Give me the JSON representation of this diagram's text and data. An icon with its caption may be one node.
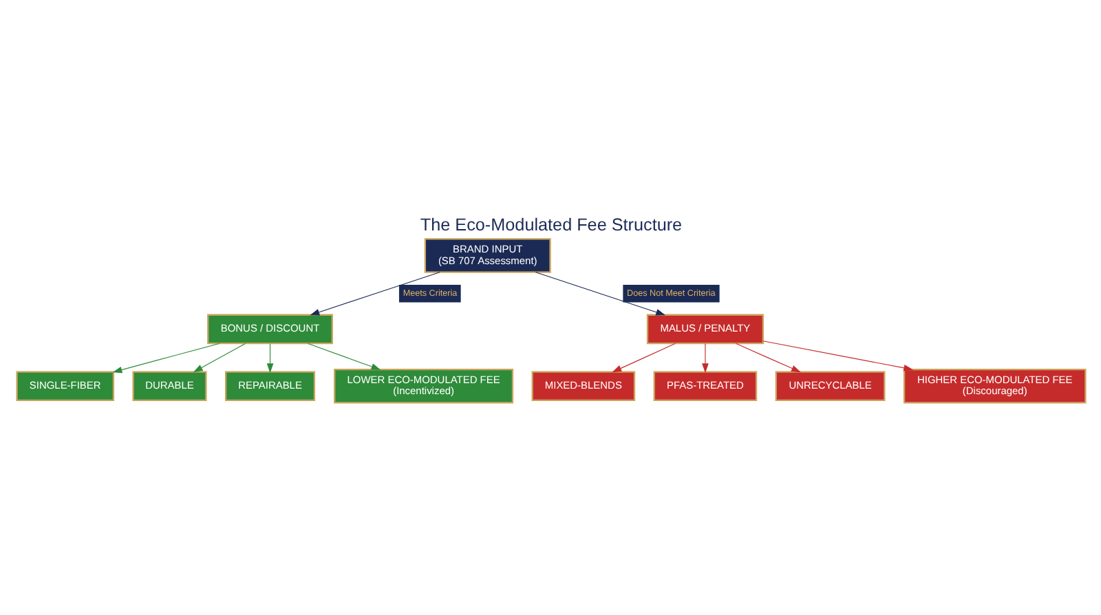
{
  "diagram": {
    "title": "The Eco-Modulated Fee Structure",
    "nodes": [
      {
        "text": [
          "BONUS / DISCOUNT"
        ]
      },
      {
        "text": [
          "SINGLE-FIBER"
        ]
      },
      {
        "text": [
          "DURABLE"
        ]
      },
      {
        "text": [
          "REPAIRABLE"
        ]
      },
      {
        "text": [
          "LOWER ECO-MODULATED FEE",
          "(Incentivized)"
        ]
      },
      {
        "text": [
          "BRAND INPUT",
          "(SB 707 Assessment)"
        ]
      },
      {
        "text": [
          "MALUS / PENALTY"
        ]
      },
      {
        "text": [
          "MIXED-BLENDS"
        ]
      },
      {
        "text": [
          "PFAS-TREATED"
        ]
      },
      {
        "text": [
          "UNRECYCLABLE"
        ]
      },
      {
        "text": [
          "HIGHER ECO-MODULATED FEE",
          "(Discouraged)"
        ]
      }
    ],
    "edges": [
      {
        "from": 5,
        "to": 0,
        "arrow": "to",
        "label": "Meets Criteria",
        "color": "#1b2a55"
      },
      {
        "from": 5,
        "to": 6,
        "arrow": "to",
        "label": "Does Not Meet Criteria",
        "color": "#1b2a55"
      },
      {
        "from": 0,
        "to": 1,
        "arrow": "to",
        "color": "#2e8b3a"
      },
      {
        "from": 0,
        "to": 2,
        "arrow": "to",
        "color": "#2e8b3a"
      },
      {
        "from": 0,
        "to": 3,
        "arrow": "to",
        "color": "#2e8b3a"
      },
      {
        "from": 0,
        "to": 4,
        "arrow": "to",
        "color": "#2e8b3a"
      },
      {
        "from": 6,
        "to": 7,
        "arrow": "to",
        "color": "#c62b2b"
      },
      {
        "from": 6,
        "to": 8,
        "arrow": "to",
        "color": "#c62b2b"
      },
      {
        "from": 6,
        "to": 9,
        "arrow": "to",
        "color": "#c62b2b"
      },
      {
        "from": 6,
        "to": 10,
        "arrow": "to",
        "color": "#c62b2b"
      }
    ]
  }
}
